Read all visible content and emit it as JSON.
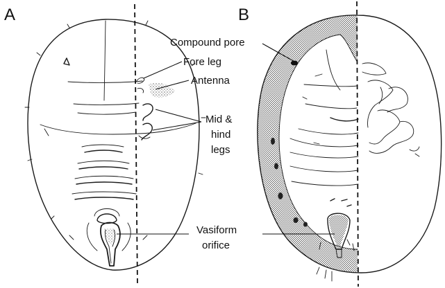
{
  "panels": {
    "a_label": "A",
    "b_label": "B"
  },
  "callouts": {
    "compound_pore": "Compound pore",
    "fore_leg": "Fore leg",
    "antenna": "Antenna",
    "mid_hind_legs": [
      "Mid &",
      "hind",
      "legs"
    ],
    "vasiform_orifice": [
      "Vasiform",
      "orifice"
    ]
  },
  "colors": {
    "ink": "#1a1a1a",
    "background": "#ffffff",
    "stipple": "#555555"
  }
}
